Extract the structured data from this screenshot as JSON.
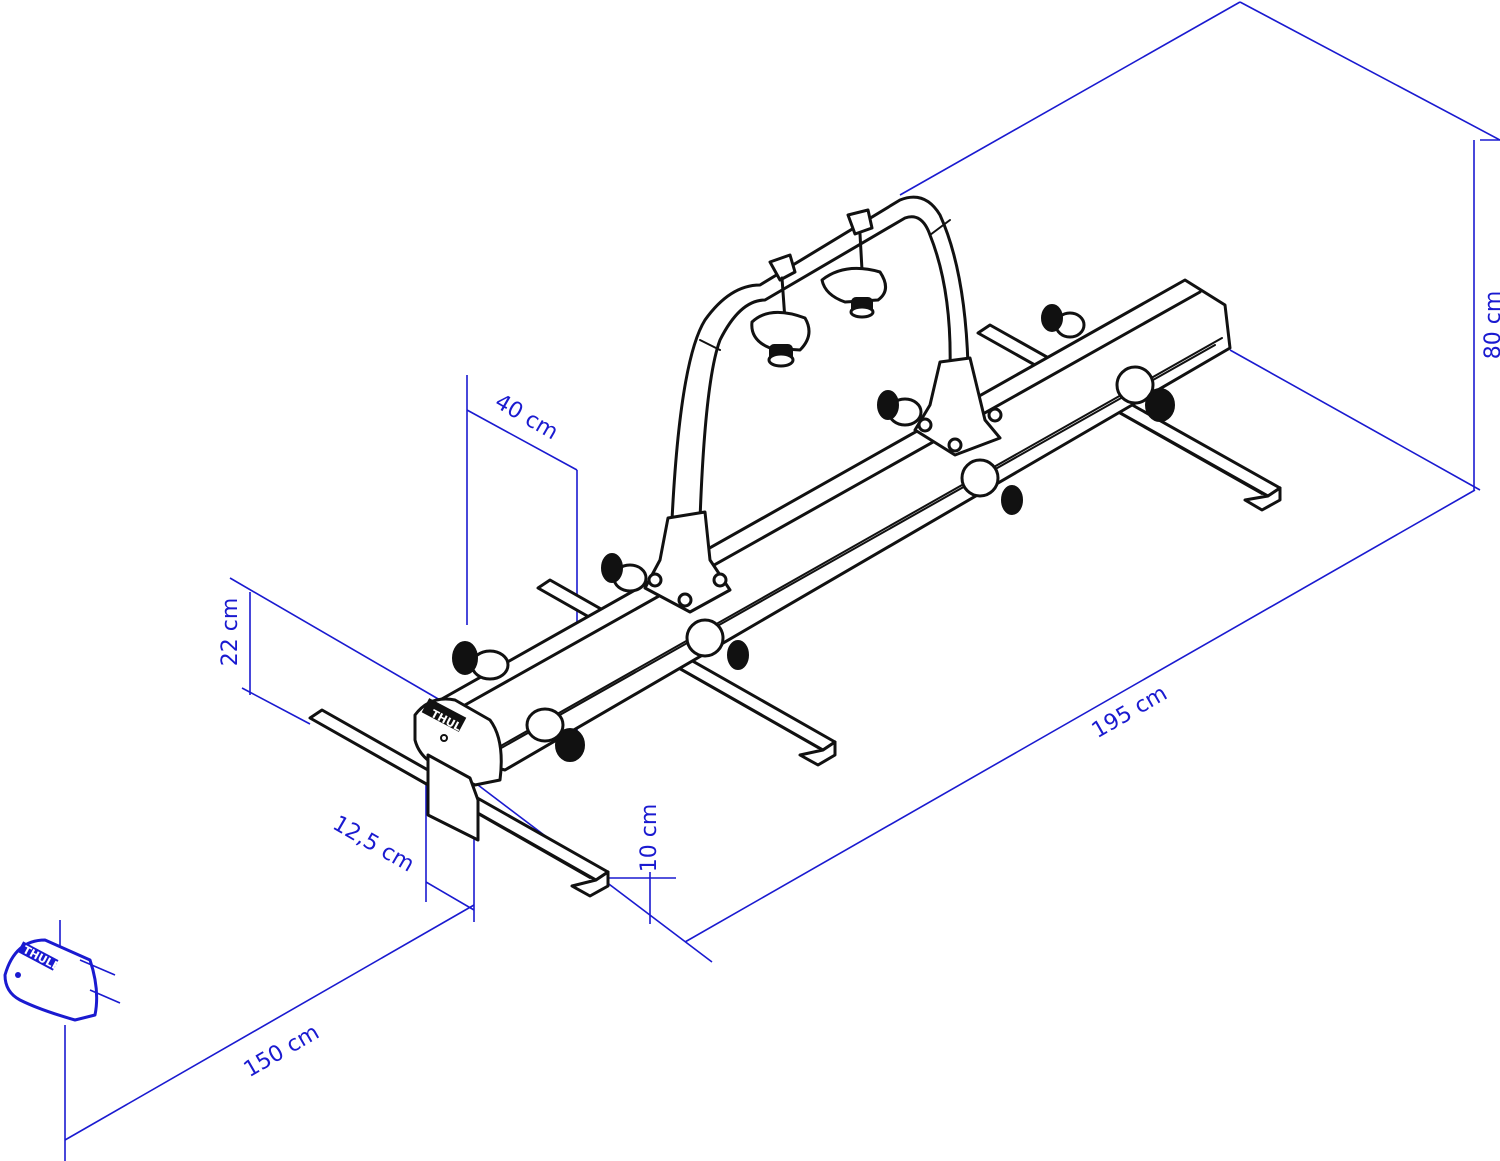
{
  "colors": {
    "dimension": "#1a1ad0",
    "drawing": "#111111",
    "background": "#ffffff"
  },
  "brand": "THULE",
  "dimensions": {
    "height_total": "80 cm",
    "length_total": "195 cm",
    "arch_spacing": "40 cm",
    "rack_height": "22 cm",
    "base_offset": "12,5 cm",
    "rail_height": "10 cm",
    "width_total": "150 cm"
  }
}
